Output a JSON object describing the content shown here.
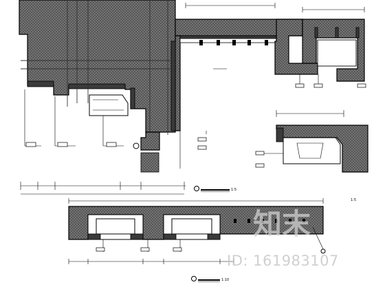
{
  "drawing": {
    "scale_labels": [
      "1:5",
      "1:5",
      "1:10"
    ]
  },
  "watermark": {
    "logo_text": "知末",
    "id_text": "ID: 161983107"
  }
}
